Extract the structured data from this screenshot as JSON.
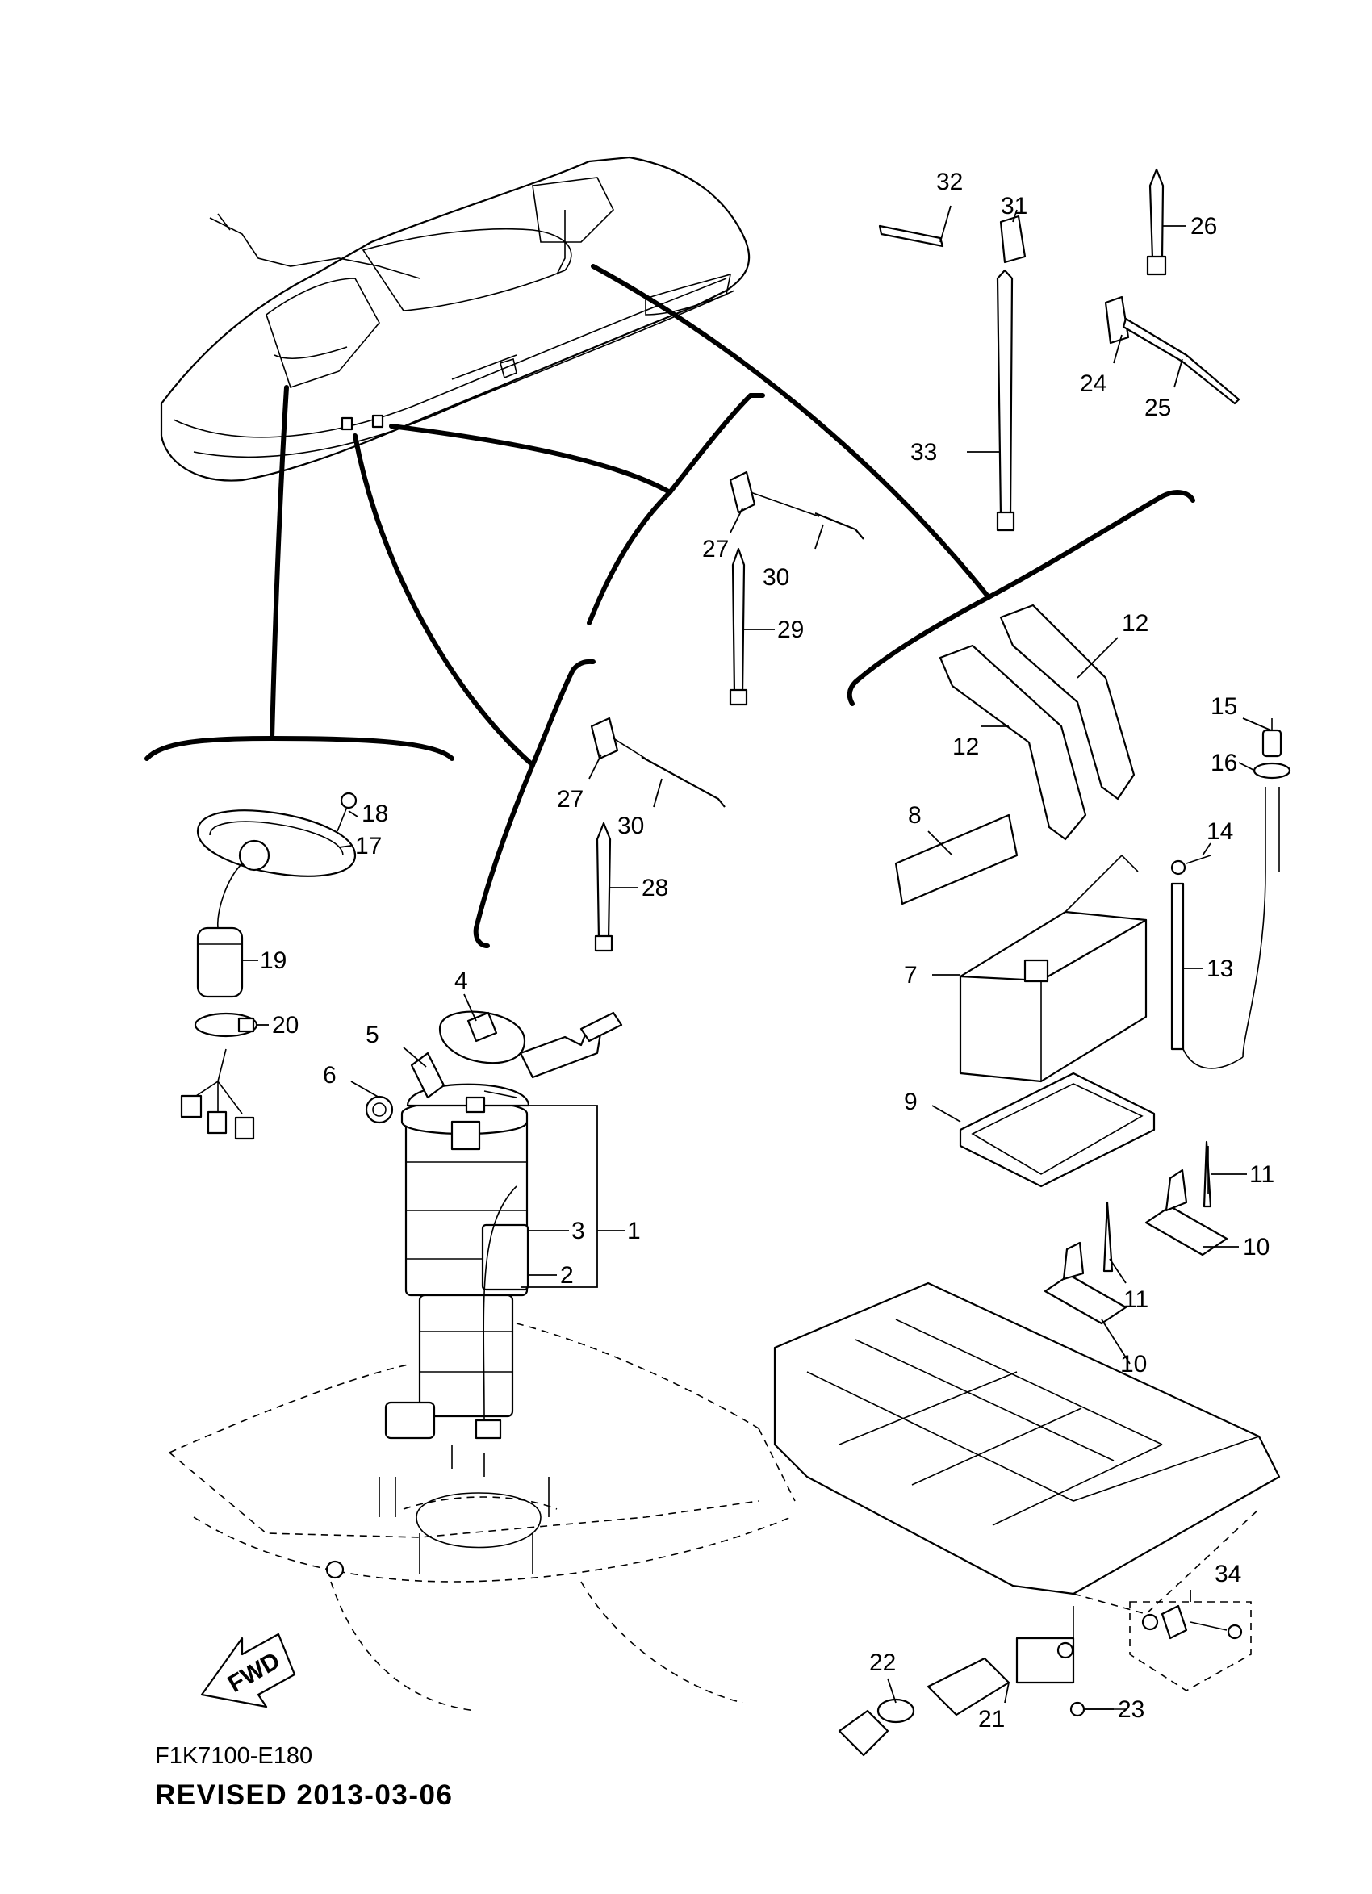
{
  "diagram": {
    "code": "F1K7100-E180",
    "revised": "REVISED 2013-03-06",
    "fwd_label": "FWD",
    "callouts": [
      "1",
      "2",
      "3",
      "4",
      "5",
      "6",
      "7",
      "8",
      "9",
      "10",
      "10",
      "11",
      "11",
      "12",
      "12",
      "13",
      "14",
      "15",
      "16",
      "17",
      "18",
      "19",
      "20",
      "21",
      "22",
      "23",
      "24",
      "25",
      "26",
      "27",
      "27",
      "28",
      "29",
      "30",
      "30",
      "31",
      "32",
      "33",
      "34"
    ]
  }
}
